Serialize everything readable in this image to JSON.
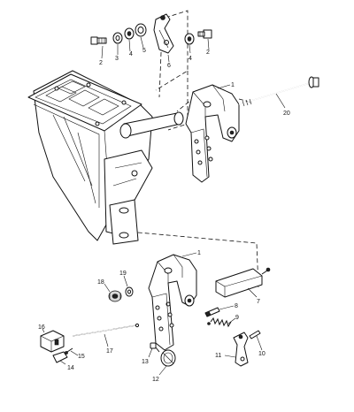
{
  "callouts": {
    "c1_top": "1",
    "c2_left": "2",
    "c3": "3",
    "c4_left": "4",
    "c5": "5",
    "c6": "6",
    "c4_right": "4",
    "c2_right": "2",
    "c20": "20",
    "c1_bottom": "1",
    "c7": "7",
    "c8": "8",
    "c9": "9",
    "c10": "10",
    "c11": "11",
    "c12": "12",
    "c13": "13",
    "c14": "14",
    "c15": "15",
    "c16": "16",
    "c17": "17",
    "c18": "18",
    "c19": "19"
  }
}
